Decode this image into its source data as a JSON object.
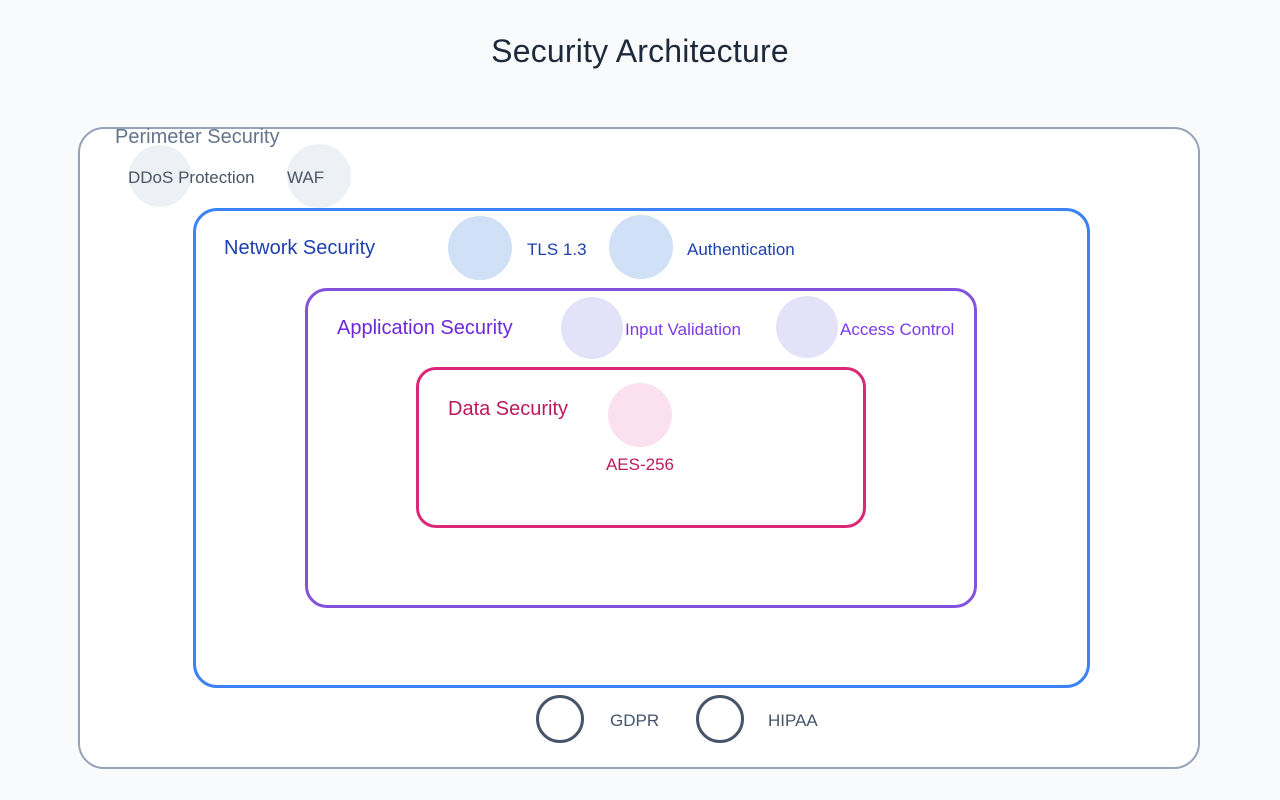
{
  "title": "Security Architecture",
  "colors": {
    "page_background": "#f8fafc",
    "box_fill": "#ffffff",
    "title_text": "#1e293b",
    "perimeter_border": "#94a3b8",
    "perimeter_label": "#64748b",
    "perimeter_item_text": "#4b5563",
    "perimeter_chip": "#edf1f6",
    "network_border": "#3b82f6",
    "network_label": "#1e40af",
    "network_chip": "#cfe0f7",
    "application_border": "#8352dd",
    "application_label": "#6d28d9",
    "application_item_text": "#7c3aed",
    "application_chip": "#e4e2f9",
    "data_border": "#db2777",
    "data_label": "#be185d",
    "data_chip": "#fbe1ef",
    "compliance_ring": "#475569",
    "compliance_text": "#475569"
  },
  "layers": {
    "perimeter": {
      "label": "Perimeter Security",
      "items": [
        {
          "label": "DDoS Protection"
        },
        {
          "label": "WAF"
        }
      ]
    },
    "network": {
      "label": "Network Security",
      "items": [
        {
          "label": "TLS 1.3"
        },
        {
          "label": "Authentication"
        }
      ]
    },
    "application": {
      "label": "Application Security",
      "items": [
        {
          "label": "Input Validation"
        },
        {
          "label": "Access Control"
        }
      ]
    },
    "data": {
      "label": "Data Security",
      "items": [
        {
          "label": "AES-256"
        }
      ]
    }
  },
  "compliance": {
    "items": [
      {
        "label": "GDPR"
      },
      {
        "label": "HIPAA"
      }
    ]
  }
}
